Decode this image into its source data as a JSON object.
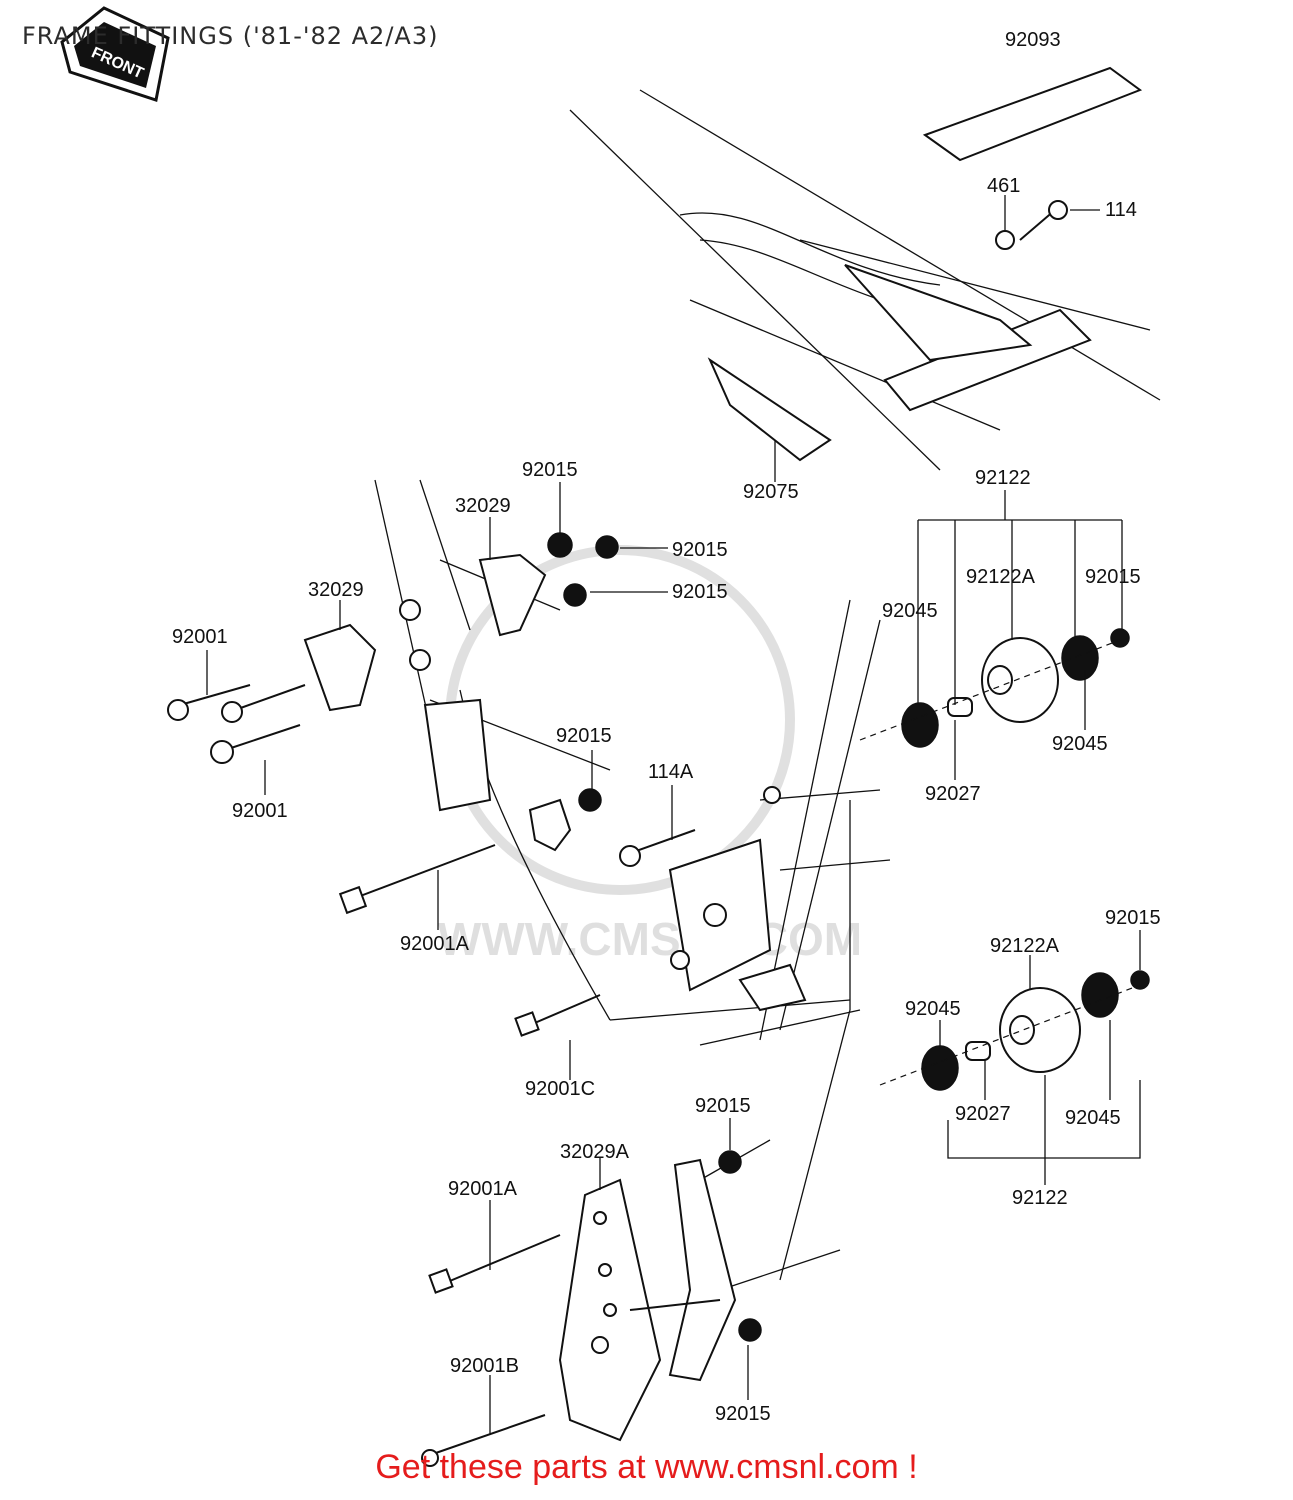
{
  "title": "FRAME FITTINGS ('81-'82 A2/A3)",
  "footer": {
    "text": "Get these parts at www.cmsnl.com !"
  },
  "badge": {
    "text": "FRONT"
  },
  "watermark": {
    "text": "WWW.CMSNL.COM"
  },
  "labels": [
    {
      "id": "l-92093",
      "text": "92093"
    },
    {
      "id": "l-461",
      "text": "461"
    },
    {
      "id": "l-114",
      "text": "114"
    },
    {
      "id": "l-92075",
      "text": "92075"
    },
    {
      "id": "l-92122-top",
      "text": "92122"
    },
    {
      "id": "l-92015-a",
      "text": "92015"
    },
    {
      "id": "l-32029-a",
      "text": "32029"
    },
    {
      "id": "l-92015-b",
      "text": "92015"
    },
    {
      "id": "l-92015-c",
      "text": "92015"
    },
    {
      "id": "l-32029-b",
      "text": "32029"
    },
    {
      "id": "l-92001-a",
      "text": "92001"
    },
    {
      "id": "l-92001-b",
      "text": "92001"
    },
    {
      "id": "l-92122a-top",
      "text": "92122A"
    },
    {
      "id": "l-92015-d",
      "text": "92015"
    },
    {
      "id": "l-92045-a",
      "text": "92045"
    },
    {
      "id": "l-92045-b",
      "text": "92045"
    },
    {
      "id": "l-92027-a",
      "text": "92027"
    },
    {
      "id": "l-92015-e",
      "text": "92015"
    },
    {
      "id": "l-114a",
      "text": "114A"
    },
    {
      "id": "l-92001a-a",
      "text": "92001A"
    },
    {
      "id": "l-92015-f",
      "text": "92015"
    },
    {
      "id": "l-92122a-bot",
      "text": "92122A"
    },
    {
      "id": "l-92045-c",
      "text": "92045"
    },
    {
      "id": "l-92027-b",
      "text": "92027"
    },
    {
      "id": "l-92045-d",
      "text": "92045"
    },
    {
      "id": "l-92122-bot",
      "text": "92122"
    },
    {
      "id": "l-92001c",
      "text": "92001C"
    },
    {
      "id": "l-92015-g",
      "text": "92015"
    },
    {
      "id": "l-32029a",
      "text": "32029A"
    },
    {
      "id": "l-92001a-b",
      "text": "92001A"
    },
    {
      "id": "l-92001b",
      "text": "92001B"
    },
    {
      "id": "l-92015-h",
      "text": "92015"
    }
  ]
}
